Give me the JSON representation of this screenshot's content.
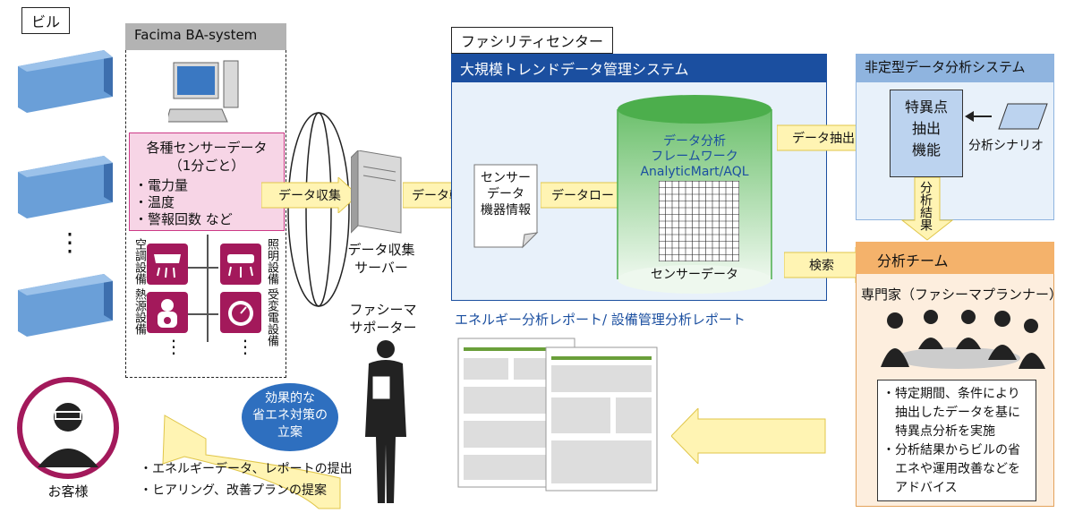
{
  "building_label": "ビル",
  "facima": {
    "title": "Facima BA-system",
    "sensor_box": {
      "title_line1": "各種センサーデータ",
      "title_line2": "（1分ごと）",
      "items": [
        "・電力量",
        "・温度",
        "・警報回数 など"
      ]
    },
    "equipment": [
      {
        "label": "空調設備",
        "icon": "air-conditioner-icon"
      },
      {
        "label": "照明設備",
        "icon": "lighting-icon"
      },
      {
        "label": "熱源設備",
        "icon": "heat-source-icon"
      },
      {
        "label": "受変電設備",
        "icon": "power-receiving-icon"
      }
    ],
    "more": "⋮"
  },
  "building_more": "⋮",
  "customer_label": "お客様",
  "flows": {
    "collect": "データ収集",
    "transfer": "データ転送",
    "load": "データロード",
    "extract": "データ抽出",
    "search": "検索",
    "result": "分析結果"
  },
  "server_label_line1": "データ収集",
  "server_label_line2": "サーバー",
  "center_label": "ファシリティセンター",
  "trend_system": {
    "title": "大規模トレンドデータ管理システム",
    "doc_lines": [
      "センサー",
      "データ",
      "機器情報"
    ],
    "db_lines": [
      "データ分析",
      "フレームワーク",
      "AnalyticMart/AQL"
    ],
    "db_bottom": "センサーデータ"
  },
  "nonstandard": {
    "title": "非定型データ分析システム",
    "func_lines": [
      "特異点",
      "抽出",
      "機能"
    ],
    "scenario": "分析シナリオ"
  },
  "team": {
    "title": "分析チーム",
    "expert": "専門家（ファシーマプランナー）",
    "notes": [
      "・特定期間、条件により",
      "　抽出したデータを基に",
      "　特異点分析を実施",
      "・分析結果からビルの省",
      "　エネや運用改善などを",
      "　アドバイス"
    ]
  },
  "supporter": [
    "ファシーマ",
    "サポーター"
  ],
  "report_title": "エネルギー分析レポート/ 設備管理分析レポート",
  "measures": [
    "効果的な",
    "省エネ対策の",
    "立案"
  ],
  "customer_notes": [
    "・エネルギーデータ、レポートの提出",
    "・ヒアリング、改善プランの提案"
  ],
  "colors": {
    "gray_head": "#b3b3b3",
    "blue_head": "#1b4fa0",
    "light_blue_head": "#8fb4df",
    "team_head": "#f4b26b",
    "pink": "#a3195b",
    "green": "#4cae4c",
    "arrow_fill": "#fff4b3"
  }
}
